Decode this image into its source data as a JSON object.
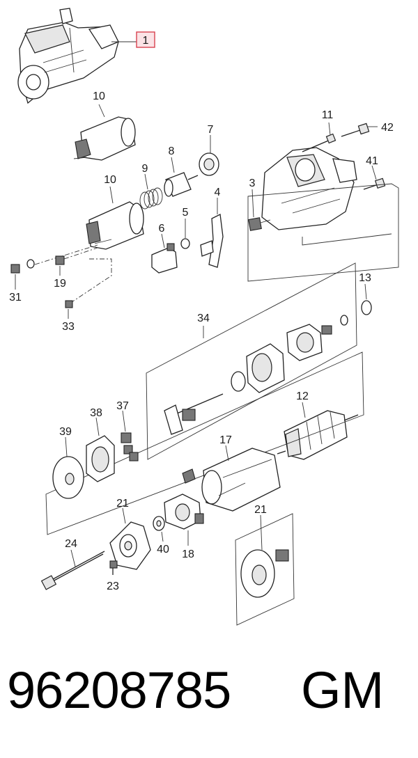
{
  "diagram": {
    "callouts": {
      "c1": "1",
      "c10a": "10",
      "c7": "7",
      "c11": "11",
      "c42": "42",
      "c8": "8",
      "c9": "9",
      "c10b": "10",
      "c3": "3",
      "c41": "41",
      "c4": "4",
      "c5": "5",
      "c6": "6",
      "c31": "31",
      "c19": "19",
      "c33": "33",
      "c13": "13",
      "c34": "34",
      "c12": "12",
      "c37": "37",
      "c38": "38",
      "c39": "39",
      "c17": "17",
      "c21a": "21",
      "c21b": "21",
      "c24": "24",
      "c40": "40",
      "c18": "18",
      "c23": "23"
    }
  },
  "footer": {
    "part_number": "96208785",
    "brand": "GM"
  }
}
